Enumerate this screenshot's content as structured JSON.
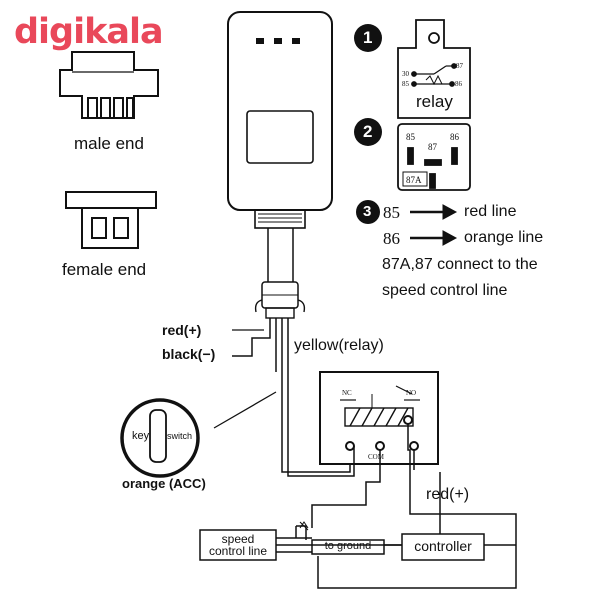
{
  "brand": {
    "logo": "digikala"
  },
  "connectors": {
    "male_label": "male end",
    "female_label": "female end"
  },
  "steps": {
    "one": "1",
    "two": "2",
    "three": "3"
  },
  "relay1": {
    "pin30": "30",
    "pin87": "87",
    "pin85": "85",
    "pin86": "86",
    "label": "relay"
  },
  "relay2": {
    "pin85": "85",
    "pin86": "86",
    "pin87": "87",
    "pin87a": "87A"
  },
  "mapping": {
    "pin85": "85",
    "pin85_text": "red line",
    "pin86": "86",
    "pin86_text": "orange line",
    "note_line1": "87A,87 connect to the",
    "note_line2": "speed control line"
  },
  "wires": {
    "red": "red(+)",
    "black": "black(−)",
    "yellow": "yellow(relay)",
    "red2": "red(+)"
  },
  "key_switch": {
    "key": "key",
    "switch": "switch",
    "caption": "orange (ACC)"
  },
  "relay3": {
    "nc": "NC",
    "no": "NO",
    "com": "COM"
  },
  "bottom": {
    "speed_line1": "speed",
    "speed_line2": "control line",
    "ground": "to ground",
    "controller": "controller"
  }
}
